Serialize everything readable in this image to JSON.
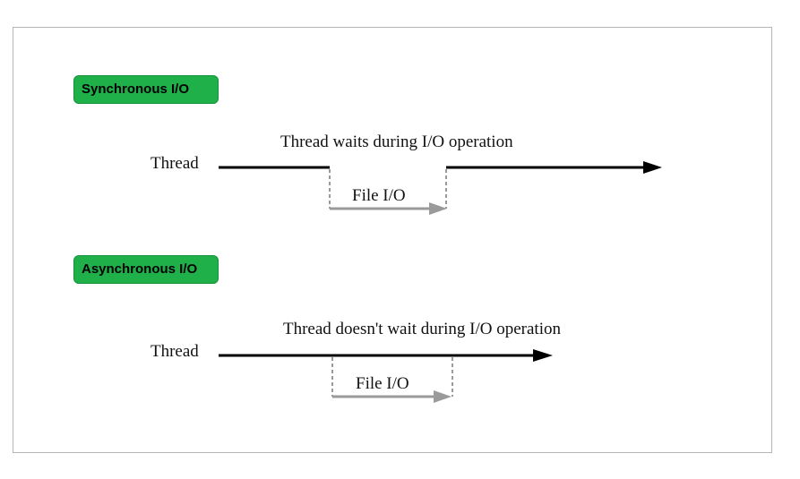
{
  "sync": {
    "badge": "Synchronous I/O",
    "thread_label": "Thread",
    "caption": "Thread waits during I/O operation",
    "io_label": "File I/O"
  },
  "async": {
    "badge": "Asynchronous I/O",
    "thread_label": "Thread",
    "caption": "Thread doesn't wait during I/O operation",
    "io_label": "File I/O"
  },
  "colors": {
    "badge_fill": "#1fb04a",
    "thread_line": "#000000",
    "io_line": "#9a9a9a"
  }
}
